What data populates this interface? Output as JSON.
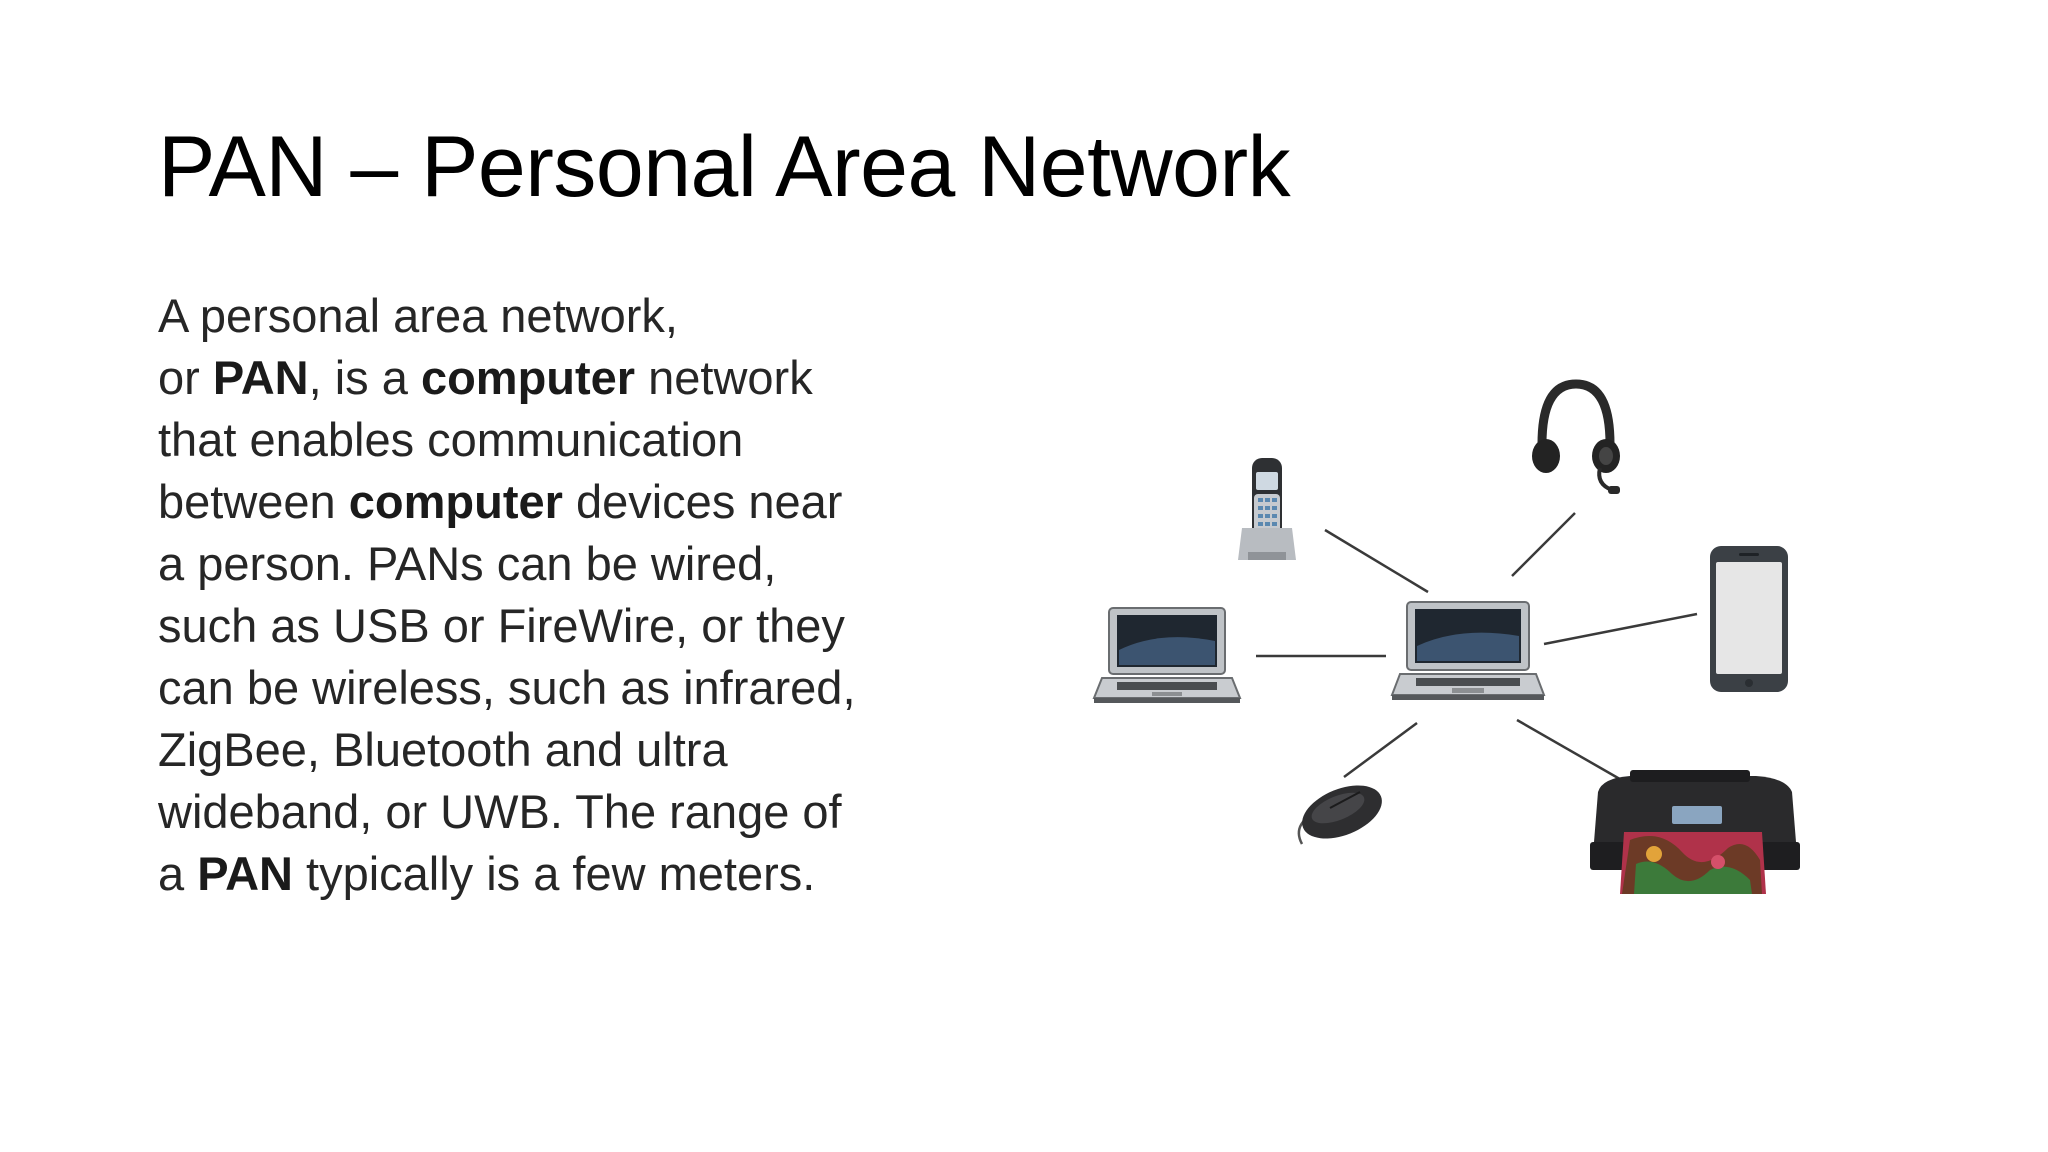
{
  "slide": {
    "title": "PAN – Personal Area Network",
    "paragraph_lines": [
      [
        {
          "t": "A personal area network,",
          "b": false
        }
      ],
      [
        {
          "t": "or ",
          "b": false
        },
        {
          "t": "PAN",
          "b": true
        },
        {
          "t": ", is a ",
          "b": false
        },
        {
          "t": "computer",
          "b": true
        },
        {
          "t": " network",
          "b": false
        }
      ],
      [
        {
          "t": "that enables communication",
          "b": false
        }
      ],
      [
        {
          "t": "between ",
          "b": false
        },
        {
          "t": "computer",
          "b": true
        },
        {
          "t": " devices near",
          "b": false
        }
      ],
      [
        {
          "t": "a person. PANs can be wired,",
          "b": false
        }
      ],
      [
        {
          "t": "such as USB or FireWire, or they",
          "b": false
        }
      ],
      [
        {
          "t": "can be wireless, such as infrared,",
          "b": false
        }
      ],
      [
        {
          "t": "ZigBee, Bluetooth and ultra",
          "b": false
        }
      ],
      [
        {
          "t": "wideband, or UWB. The range of",
          "b": false
        }
      ],
      [
        {
          "t": "a ",
          "b": false
        },
        {
          "t": "PAN",
          "b": true
        },
        {
          "t": " typically is a few meters.",
          "b": false
        }
      ]
    ]
  },
  "diagram": {
    "hub": "laptop-icon",
    "devices": [
      "cordless-phone-icon",
      "headset-icon",
      "laptop-icon",
      "smartphone-icon",
      "mouse-icon",
      "printer-icon"
    ],
    "colors": {
      "link": "#3a3a3a",
      "device_dark": "#2b2b2b",
      "screen": "#e6e6e6"
    }
  }
}
